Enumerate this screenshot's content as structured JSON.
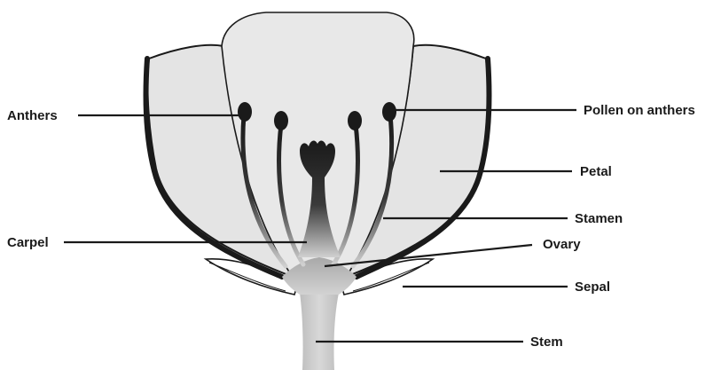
{
  "labels": {
    "anthers": "Anthers",
    "pollen_on_anthers": "Pollen on anthers",
    "petal": "Petal",
    "stamen": "Stamen",
    "carpel": "Carpel",
    "ovary": "Ovary",
    "sepal": "Sepal",
    "stem": "Stem"
  },
  "colors": {
    "petal_fill": "#e6e6e6",
    "outline": "#1a1a1a",
    "stem_fill": "#cfcfcf",
    "label_text": "#1a1a1a"
  }
}
